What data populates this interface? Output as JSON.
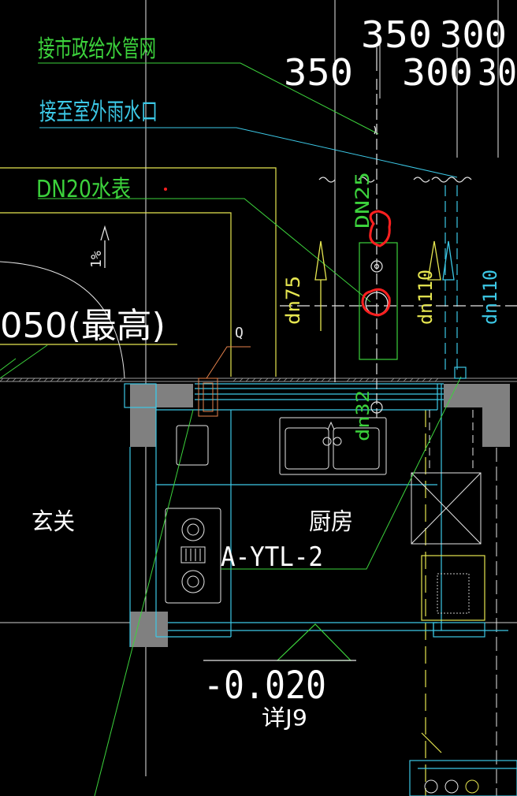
{
  "labels": {
    "municipal_supply": "接市政给水管网",
    "outdoor_rain_outlet": "接至室外雨水口",
    "water_meter": "DN20水表",
    "dim_top_1": "350",
    "dim_top_2": "300",
    "dim_mid_1": "350",
    "dim_mid_2": "300",
    "dim_mid_3": "30",
    "pipe_dn25": "DN25",
    "pipe_dn75": "dn75",
    "pipe_dn110_a": "dn110",
    "pipe_dn110_b": "dn110",
    "pipe_dn32": "dn32",
    "slope": "1%",
    "elevation_high": "050(最高)",
    "q_mark": "Q",
    "room_entry": "玄关",
    "room_kitchen": "厨房",
    "riser_tag": "A-YTL-2",
    "floor_level": "-0.020",
    "detail_ref": "详J9"
  },
  "colors": {
    "background": "#000000",
    "wall_fill": "#808080",
    "green_text": "#3cd23c",
    "cyan_text": "#3cc8e6",
    "yellow_line": "#e6e650",
    "white_text": "#ffffff",
    "markup_red": "#ff2020"
  }
}
